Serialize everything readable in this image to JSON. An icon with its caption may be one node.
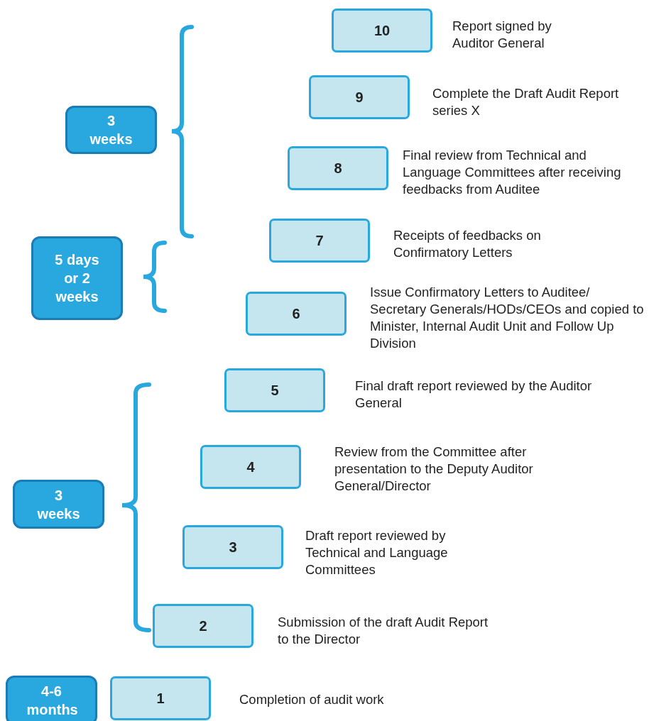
{
  "diagram": {
    "nodes": [
      {
        "text": [
          "10"
        ],
        "beside": [
          "Report signed by Auditor General"
        ]
      },
      {
        "text": [
          "9"
        ],
        "beside": [
          "Complete the Draft Audit Report series X"
        ]
      },
      {
        "text": [
          "3 weeks"
        ]
      },
      {
        "text": [
          "8"
        ],
        "beside": [
          "Final review from Technical and Language Committees after receiving feedbacks from Auditee"
        ]
      },
      {
        "text": [
          "7"
        ],
        "beside": [
          "Receipts of feedbacks on Confirmatory Letters"
        ]
      },
      {
        "text": [
          "5 days or 2 weeks"
        ]
      },
      {
        "text": [
          "6"
        ],
        "beside": [
          "Issue Confirmatory Letters to Auditee/ Secretary Generals/HODs/CEOs and copied to Minister, Internal Audit Unit and Follow Up Division"
        ]
      },
      {
        "text": [
          "5"
        ],
        "beside": [
          "Final draft report reviewed by the Auditor General"
        ]
      },
      {
        "text": [
          "4"
        ],
        "beside": [
          "Review from the Committee after presentation to the Deputy Auditor General/Director"
        ]
      },
      {
        "text": [
          "3 weeks"
        ]
      },
      {
        "text": [
          "3"
        ],
        "beside": [
          "Draft report reviewed by Technical and Language Committees"
        ]
      },
      {
        "text": [
          "2"
        ],
        "beside": [
          "Submission of the draft Audit Report to the Director"
        ]
      },
      {
        "text": [
          "4-6 months"
        ]
      },
      {
        "text": [
          "1"
        ],
        "beside": [
          "Completion of audit work"
        ]
      }
    ]
  }
}
